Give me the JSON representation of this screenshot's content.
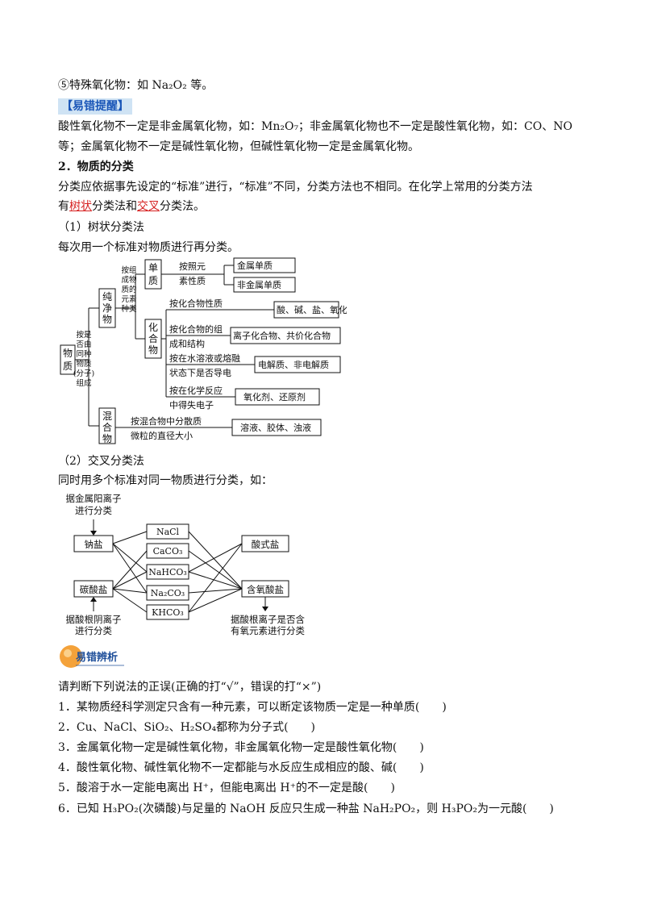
{
  "intro": {
    "item5": "⑤特殊氧化物：如 Na₂O₂ 等。",
    "warning_badge": "【易错提醒】",
    "warning_line1": "酸性氧化物不一定是非金属氧化物，如：Mn₂O₇；非金属氧化物也不一定是酸性氧化物，如：CO、NO",
    "warning_line2": "等；金属氧化物不一定是碱性氧化物，但碱性氧化物一定是金属氧化物。"
  },
  "section2": {
    "heading": "2．物质的分类",
    "p1": "分类应依据事先设定的“标准”进行，“标准”不同，分类方法也不相同。在化学上常用的分类方法",
    "p2_pre": "有",
    "p2_red1": "树状",
    "p2_mid": "分类法和",
    "p2_red2": "交叉",
    "p2_post": "分类法。",
    "sub1": "（1）树状分类法",
    "sub1_desc": "每次用一个标准对物质进行再分类。",
    "sub2": "（2）交叉分类法",
    "sub2_desc": "同时用多个标准对同一物质进行分类，如："
  },
  "tree": {
    "root": "物质",
    "root_criterion": [
      "按是",
      "否由",
      "同种",
      "物质",
      "(分子)",
      "组成"
    ],
    "pure": "纯净物",
    "mixture": "混合物",
    "pure_criterion": [
      "按组",
      "成物",
      "质的",
      "元素",
      "种类"
    ],
    "element": "单质",
    "compound": "化合物",
    "element_criterion": [
      "按照元",
      "素性质"
    ],
    "metal": "金属单质",
    "nonmetal": "非金属单质",
    "c1": "按化合物性质",
    "r1": "酸、碱、盐、氧化物等",
    "c2": [
      "按化合物的组",
      "成和结构"
    ],
    "r2": "离子化合物、共价化合物",
    "c3": [
      "按在水溶液或熔融",
      "状态下是否导电"
    ],
    "r3": "电解质、非电解质",
    "c4": [
      "按在化学反应",
      "中得失电子"
    ],
    "r4": "氧化剂、还原剂",
    "c5": [
      "按混合物中分散质",
      "微粒的直径大小"
    ],
    "r5": "溶液、胶体、浊液"
  },
  "cross": {
    "top_note": [
      "据金属阳离子",
      "进行分类"
    ],
    "sodium_salt": "钠盐",
    "carbonate": "碳酸盐",
    "compounds": [
      "NaCl",
      "CaCO₃",
      "NaHCO₃",
      "Na₂CO₃",
      "KHCO₃"
    ],
    "acid_salt": "酸式盐",
    "oxo_salt": "含氧酸盐",
    "bottom_left": [
      "据酸根阴离子",
      "进行分类"
    ],
    "bottom_right": [
      "据酸根离子是否含",
      "有氧元素进行分类"
    ]
  },
  "mistakes": {
    "logo_text": "易错辨析",
    "instruction": "请判断下列说法的正误(正确的打“√”，错误的打“×”)",
    "items": [
      "1．某物质经科学测定只含有一种元素，可以断定该物质一定是一种单质(　　)",
      "2．Cu、NaCl、SiO₂、H₂SO₄都称为分子式(　　)",
      "3．金属氧化物一定是碱性氧化物，非金属氧化物一定是酸性氧化物(　　)",
      "4．酸性氧化物、碱性氧化物不一定都能与水反应生成相应的酸、碱(　　)",
      "5．酸溶于水一定能电离出 H⁺，但能电离出 H⁺的不一定是酸(　　)",
      "6．已知 H₃PO₂(次磷酸)与足量的 NaOH 反应只生成一种盐 NaH₂PO₂，则 H₃PO₂为一元酸(　　)"
    ]
  },
  "colors": {
    "badge_bg": "#cfe3f4",
    "badge_text": "#1a56b8",
    "red": "#d62020",
    "logo_orange": "#f4a23a",
    "logo_blue": "#1f4f9a"
  }
}
